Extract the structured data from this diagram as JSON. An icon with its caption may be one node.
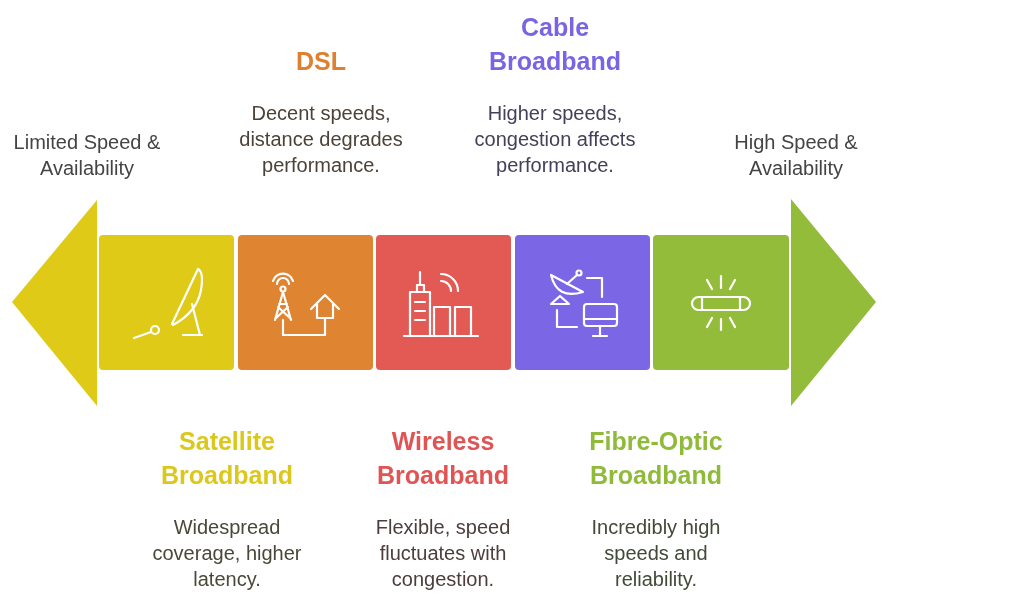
{
  "diagram": {
    "nodes": [
      {
        "text": [
          "Satellite Broadband"
        ]
      },
      {
        "text": [
          "DSL",
          "Decent speeds, distance degrades performance."
        ]
      },
      {
        "text": [
          "Wireless Broadband"
        ]
      },
      {
        "text": [
          "Cable Broadband",
          "Higher speeds, congestion affects performance."
        ]
      },
      {
        "text": [
          "Fibre-Optic Broadband"
        ]
      }
    ],
    "labels": [
      "Limited Speed & Availability",
      "High Speed & Availability",
      "Widespread coverage, higher latency.",
      "Flexible, speed fluctuates with congestion.",
      "Incredibly high speeds and reliability."
    ]
  }
}
